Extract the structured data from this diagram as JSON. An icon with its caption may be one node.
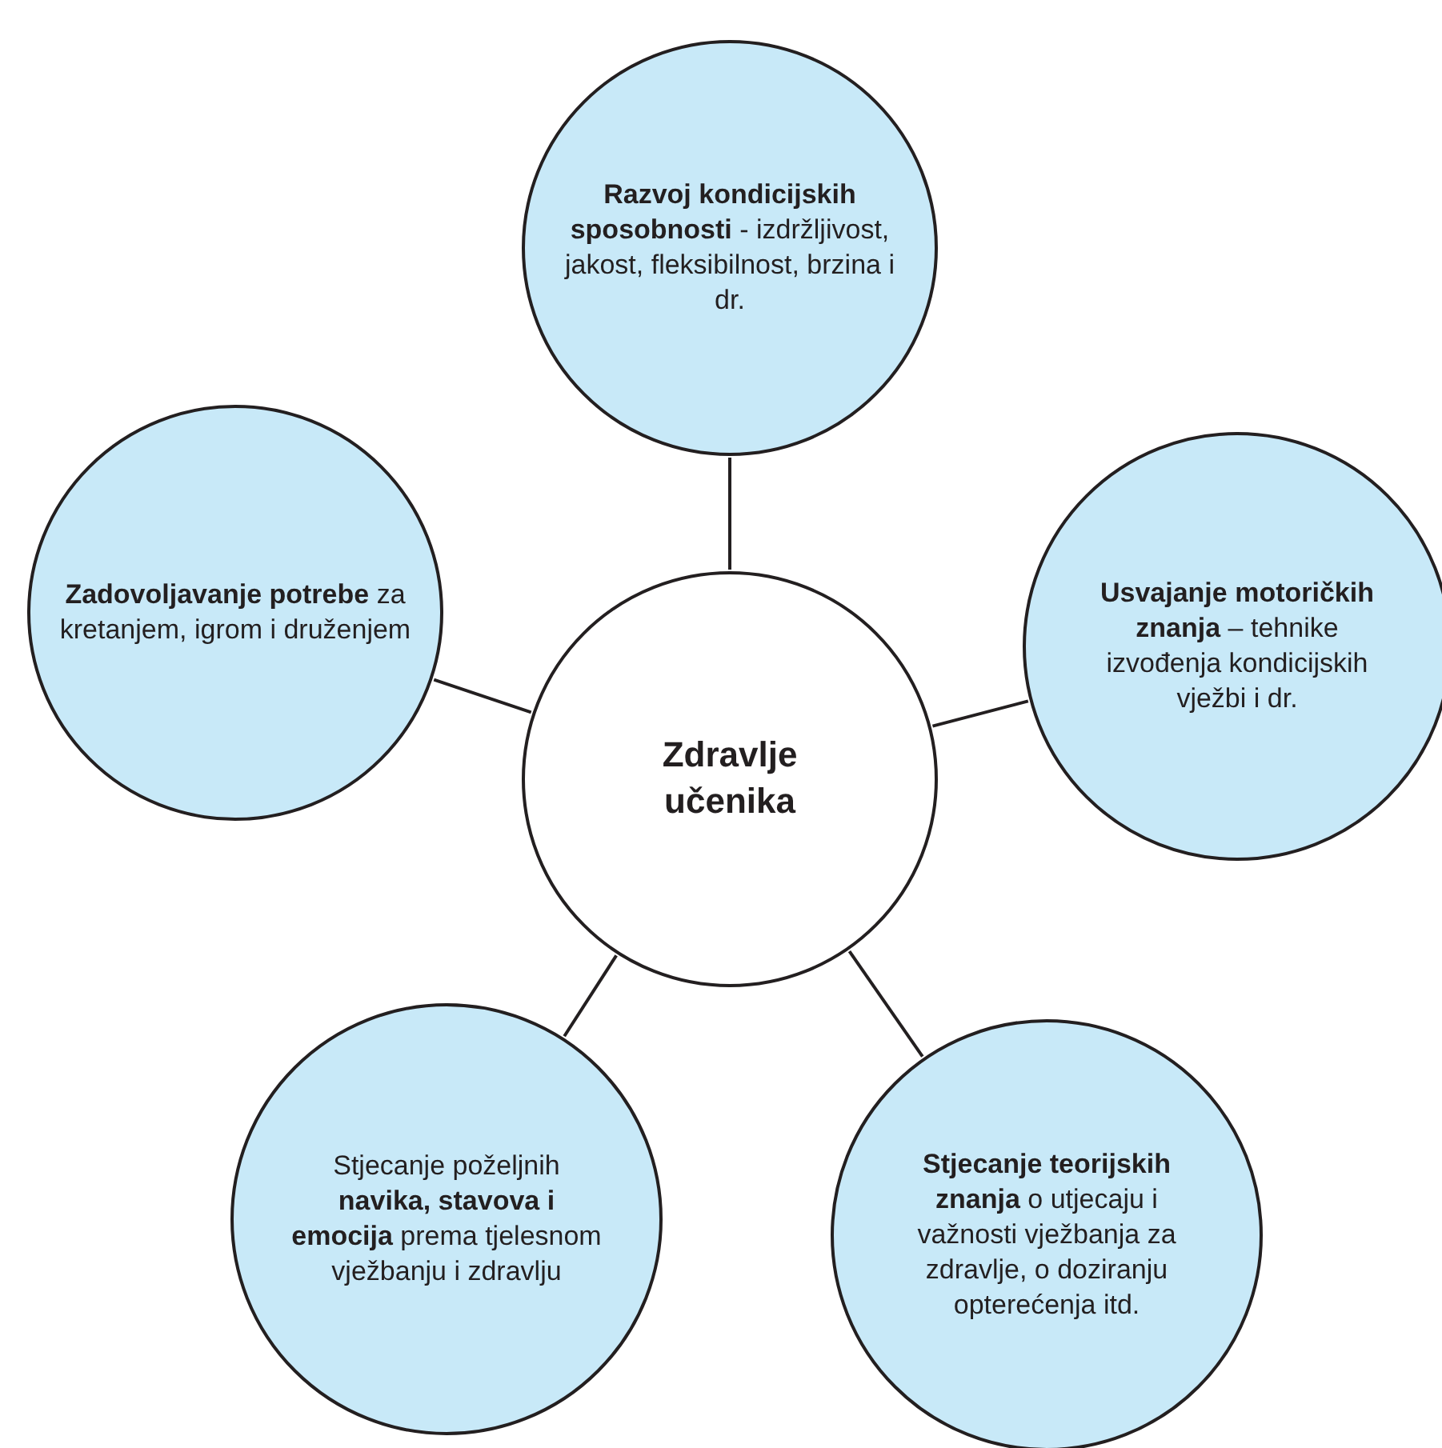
{
  "diagram": {
    "nodes": [
      {
        "text": [
          "Zdravlje učenika"
        ]
      },
      {
        "text": [
          "**Razvoj kondicijskih sposobnosti** - izdržljivost, jakost, fleksibilnost, brzina i dr."
        ]
      },
      {
        "text": [
          "**Zadovoljavanje potrebe** za kretanjem, igrom i druženjem"
        ]
      },
      {
        "text": [
          "**Usvajanje motoričkih znanja** – tehnike izvođenja kondicijskih vježbi i dr."
        ]
      },
      {
        "text": [
          "Stjecanje poželjnih **navika, stavova i emocija** prema tjelesnom vježbanju i zdravlju"
        ]
      },
      {
        "text": [
          "**Stjecanje teorijskih znanja** o utjecaju i važnosti vježbanja za zdravlje, o doziranju opterećenja itd."
        ]
      }
    ],
    "edges": [
      {
        "from": 0,
        "to": 1,
        "arrow": "none"
      },
      {
        "from": 0,
        "to": 2,
        "arrow": "none"
      },
      {
        "from": 0,
        "to": 3,
        "arrow": "none"
      },
      {
        "from": 0,
        "to": 4,
        "arrow": "none"
      },
      {
        "from": 0,
        "to": 5,
        "arrow": "none"
      }
    ]
  }
}
